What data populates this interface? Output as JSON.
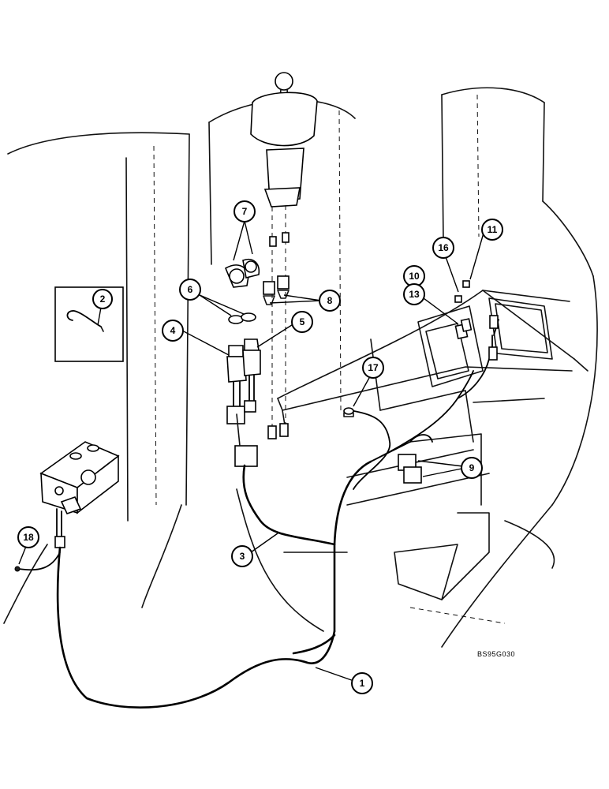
{
  "drawing_code": "BS95G030",
  "callouts": [
    {
      "id": "1",
      "label": "1"
    },
    {
      "id": "2",
      "label": "2"
    },
    {
      "id": "3",
      "label": "3"
    },
    {
      "id": "4",
      "label": "4"
    },
    {
      "id": "5",
      "label": "5"
    },
    {
      "id": "6",
      "label": "6"
    },
    {
      "id": "7",
      "label": "7"
    },
    {
      "id": "8",
      "label": "8"
    },
    {
      "id": "9",
      "label": "9"
    },
    {
      "id": "10",
      "label": "10"
    },
    {
      "id": "11",
      "label": "11"
    },
    {
      "id": "13",
      "label": "13"
    },
    {
      "id": "16",
      "label": "16"
    },
    {
      "id": "17",
      "label": "17"
    },
    {
      "id": "18",
      "label": "18"
    }
  ]
}
